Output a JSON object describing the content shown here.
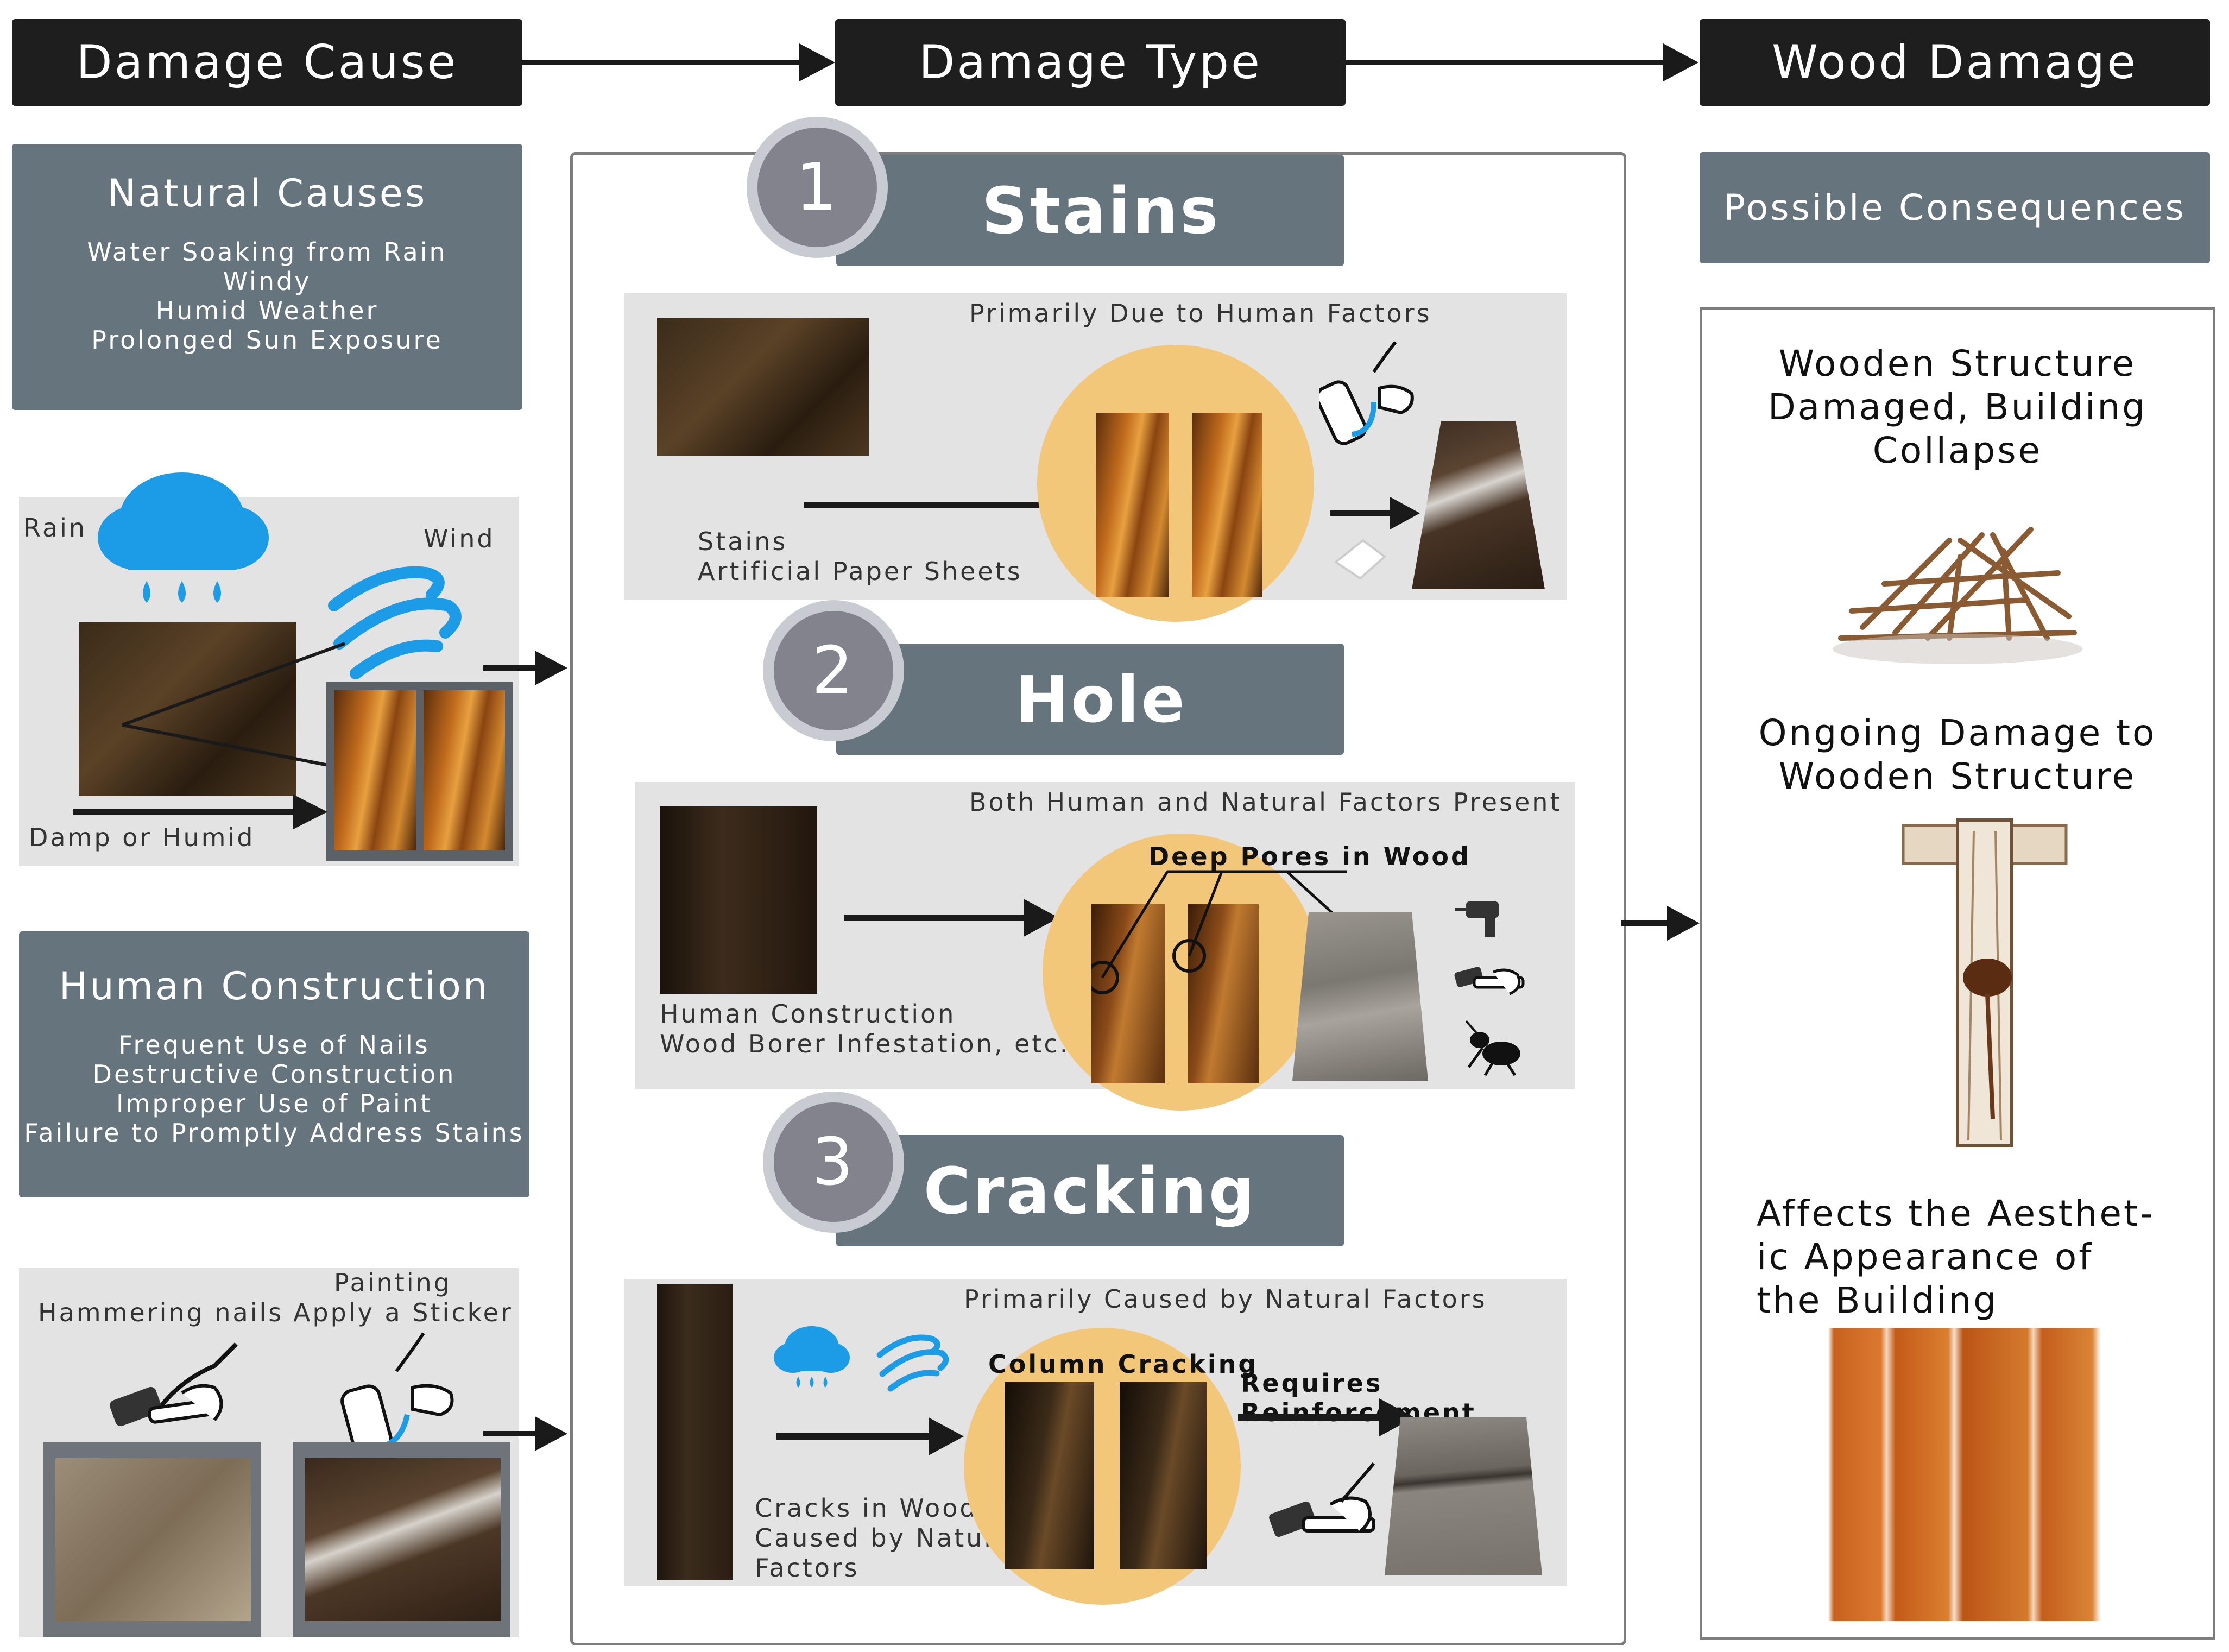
{
  "header": {
    "damage_cause": "Damage Cause",
    "damage_type": "Damage Type",
    "wood_damage": "Wood Damage"
  },
  "natural_causes": {
    "title": "Natural Causes",
    "items": [
      "Water Soaking from Rain",
      "Windy",
      "Humid Weather",
      "Prolonged Sun Exposure"
    ]
  },
  "weather_panel": {
    "rain": "Rain",
    "wind": "Wind",
    "damp": "Damp or Humid"
  },
  "human_construction": {
    "title": "Human Construction",
    "items": [
      "Frequent Use of Nails",
      "Destructive Construction",
      "Improper Use of Paint",
      "Failure to Promptly Address Stains"
    ]
  },
  "human_panel": {
    "hammering": "Hammering nails",
    "painting_line1": "Painting",
    "painting_line2": "Apply a Sticker"
  },
  "types": [
    {
      "number": "1",
      "name": "Stains",
      "factor": "Primarily Due to Human Factors",
      "desc_line1": "Stains",
      "desc_line2": "Artificial Paper Sheets"
    },
    {
      "number": "2",
      "name": "Hole",
      "factor": "Both Human and Natural Factors Present",
      "callout": "Deep Pores in Wood",
      "desc_line1": "Human Construction",
      "desc_line2": "Wood Borer Infestation, etc."
    },
    {
      "number": "3",
      "name": "Cracking",
      "factor": "Primarily Caused by Natural Factors",
      "callout": "Column Cracking",
      "callout2": "Requires Reinforcement",
      "desc_line1": "Cracks in Wood",
      "desc_line2": "Caused by Natural",
      "desc_line3": "Factors"
    }
  ],
  "consequences": {
    "title": "Possible Consequences",
    "items": [
      {
        "lines": [
          "Wooden Structure",
          "Damaged, Building",
          "Collapse"
        ]
      },
      {
        "lines": [
          "Ongoing Damage to",
          "Wooden Structure"
        ]
      },
      {
        "lines": [
          "Affects the Aesthet-",
          "ic Appearance of",
          "the Building"
        ]
      }
    ]
  },
  "colors": {
    "header_bg": "#1e1e1e",
    "slate": "#66757d",
    "panel_gray": "#e3e3e3",
    "highlight_circle": "#f2c77a",
    "rain_blue": "#1c9be6"
  },
  "icons": [
    "cloud-rain-icon",
    "wind-icon",
    "hammer-hand-icon",
    "paint-roller-hand-icon",
    "drill-icon",
    "termite-icon"
  ]
}
